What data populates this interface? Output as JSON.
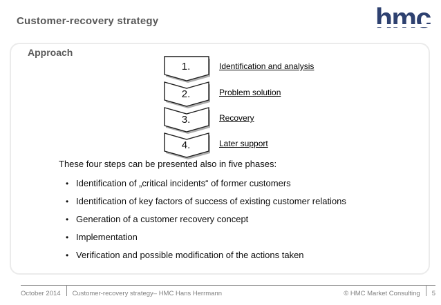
{
  "header": {
    "title": "Customer-recovery strategy"
  },
  "logo": {
    "text": "hmc",
    "color": "#2e4170"
  },
  "panel": {
    "heading": "Approach"
  },
  "diagram": {
    "steps": [
      {
        "number": "1.",
        "label": "Identification and analysis"
      },
      {
        "number": "2.",
        "label": "Problem solution"
      },
      {
        "number": "3.",
        "label": "Recovery"
      },
      {
        "number": "4.",
        "label": "Later support"
      }
    ]
  },
  "content": {
    "intro": "These four steps can be presented also in five phases:",
    "bullet_glyph": "•",
    "bullets": [
      "Identification of „critical incidents“ of former customers",
      "Identification of key factors of success of existing customer relations",
      "Generation of a customer recovery concept",
      "Implementation",
      "Verification and possible modification of the actions taken"
    ]
  },
  "footer": {
    "date": "October 2014",
    "description": "Customer-recovery strategy– HMC Hans Herrmann",
    "copyright": "© HMC Market Consulting",
    "page_number": "5"
  },
  "colors": {
    "brand_navy": "#2e4170",
    "title_gray": "#595959",
    "footer_gray": "#7f7f7f",
    "shadow_gray": "#adadad"
  }
}
